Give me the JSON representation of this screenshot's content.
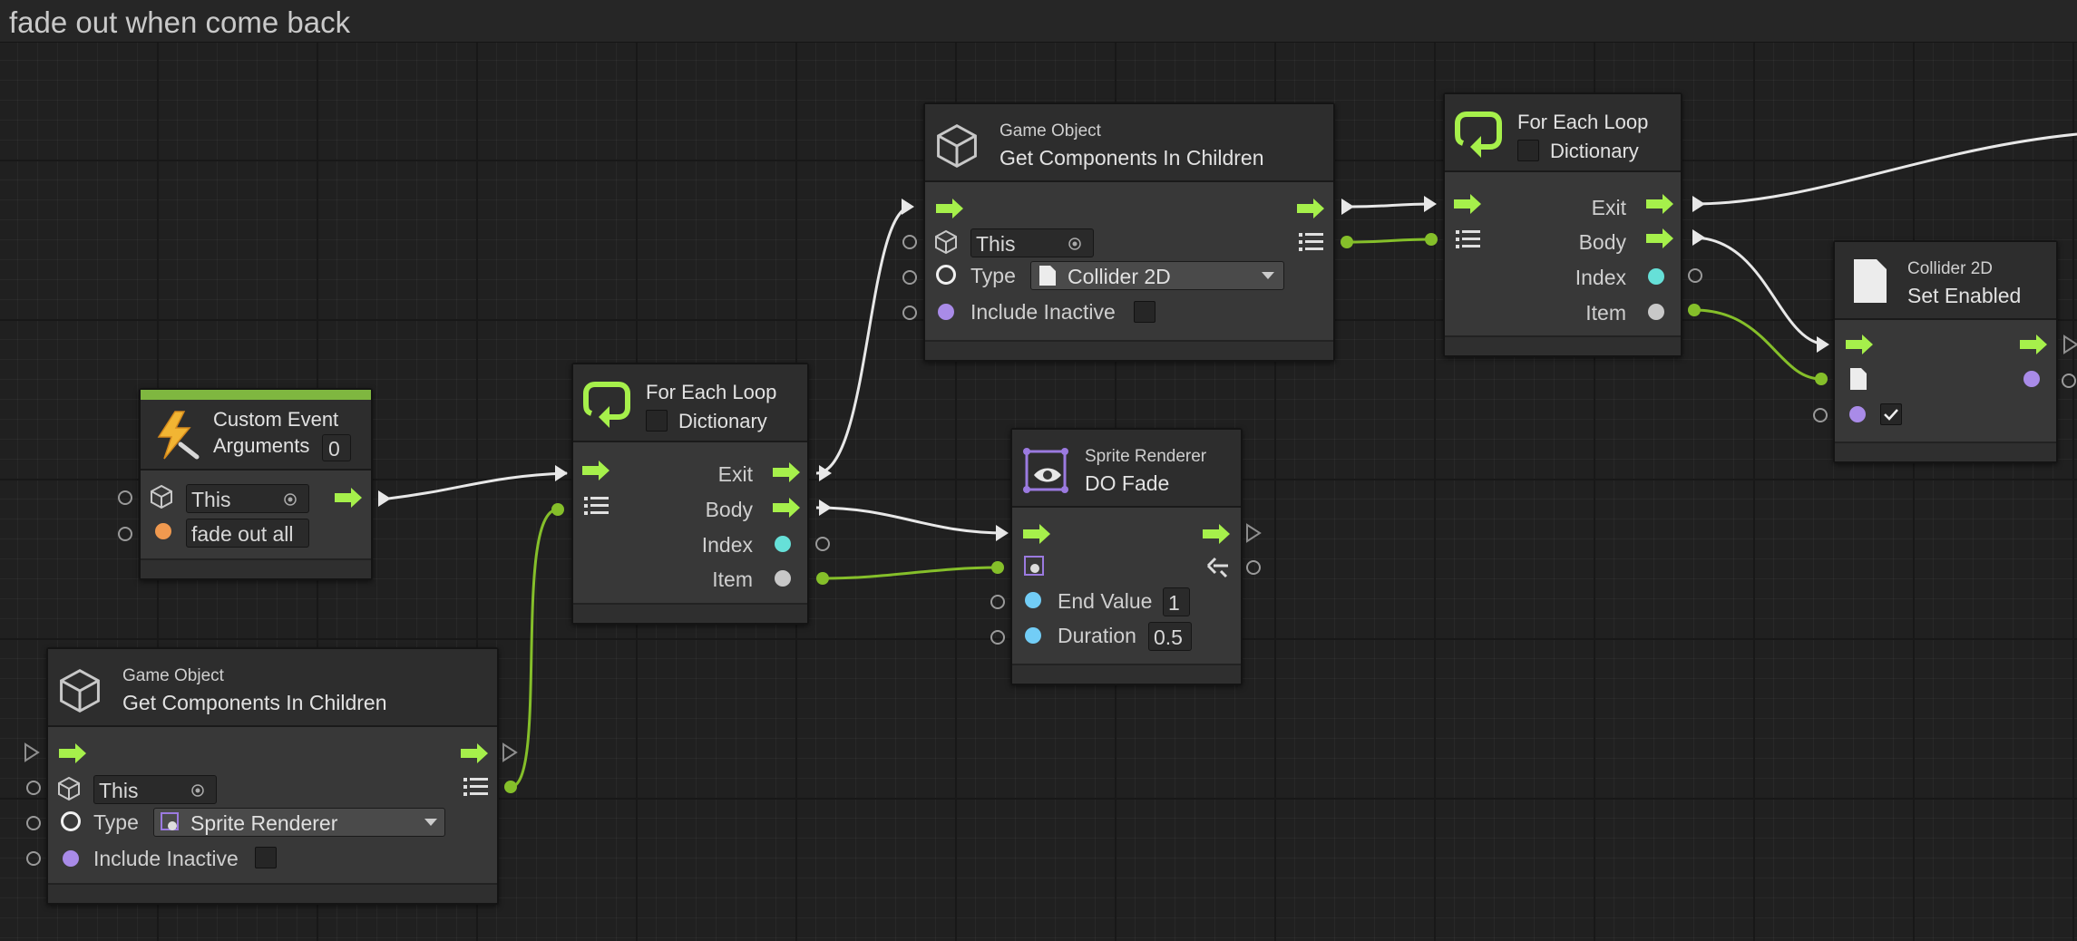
{
  "graph": {
    "title": "fade out when come back"
  },
  "custom_event": {
    "name": "Custom Event",
    "arguments_label": "Arguments",
    "arguments_value": "0",
    "target_value": "This",
    "event_name_value": "fade out all"
  },
  "get_components_bottom": {
    "category": "Game Object",
    "title": "Get Components In Children",
    "target_value": "This",
    "type_label": "Type",
    "type_value": "Sprite Renderer",
    "include_inactive_label": "Include Inactive"
  },
  "for_each_left": {
    "title": "For Each Loop",
    "dictionary_label": "Dictionary",
    "exit_label": "Exit",
    "body_label": "Body",
    "index_label": "Index",
    "item_label": "Item"
  },
  "get_components_top": {
    "category": "Game Object",
    "title": "Get Components In Children",
    "target_value": "This",
    "type_label": "Type",
    "type_value": "Collider 2D",
    "include_inactive_label": "Include Inactive"
  },
  "do_fade": {
    "category": "Sprite Renderer",
    "title": "DO Fade",
    "end_value_label": "End Value",
    "end_value": "1",
    "duration_label": "Duration",
    "duration_value": "0.5"
  },
  "for_each_right": {
    "title": "For Each Loop",
    "dictionary_label": "Dictionary",
    "exit_label": "Exit",
    "body_label": "Body",
    "index_label": "Index",
    "item_label": "Item"
  },
  "set_enabled": {
    "category": "Collider 2D",
    "title": "Set Enabled",
    "enabled_checked": "true"
  },
  "colors": {
    "control_flow": "#a6f04b",
    "value_wire": "#85bf2a",
    "flow_wire": "#e8e8e8",
    "float_port": "#72cdf6",
    "int_port": "#66e0d8",
    "object_port": "#c8c8c8",
    "bool_port": "#a98be8",
    "string_port": "#f0994f",
    "event_bar": "#7fb740"
  },
  "icons": [
    "event-bolt-icon",
    "game-object-cube-icon",
    "loop-icon",
    "sprite-renderer-icon",
    "collider-doc-icon",
    "list-icon",
    "flow-arrow-icon",
    "target-icon",
    "dropdown-arrow-icon",
    "checkmark-icon"
  ]
}
